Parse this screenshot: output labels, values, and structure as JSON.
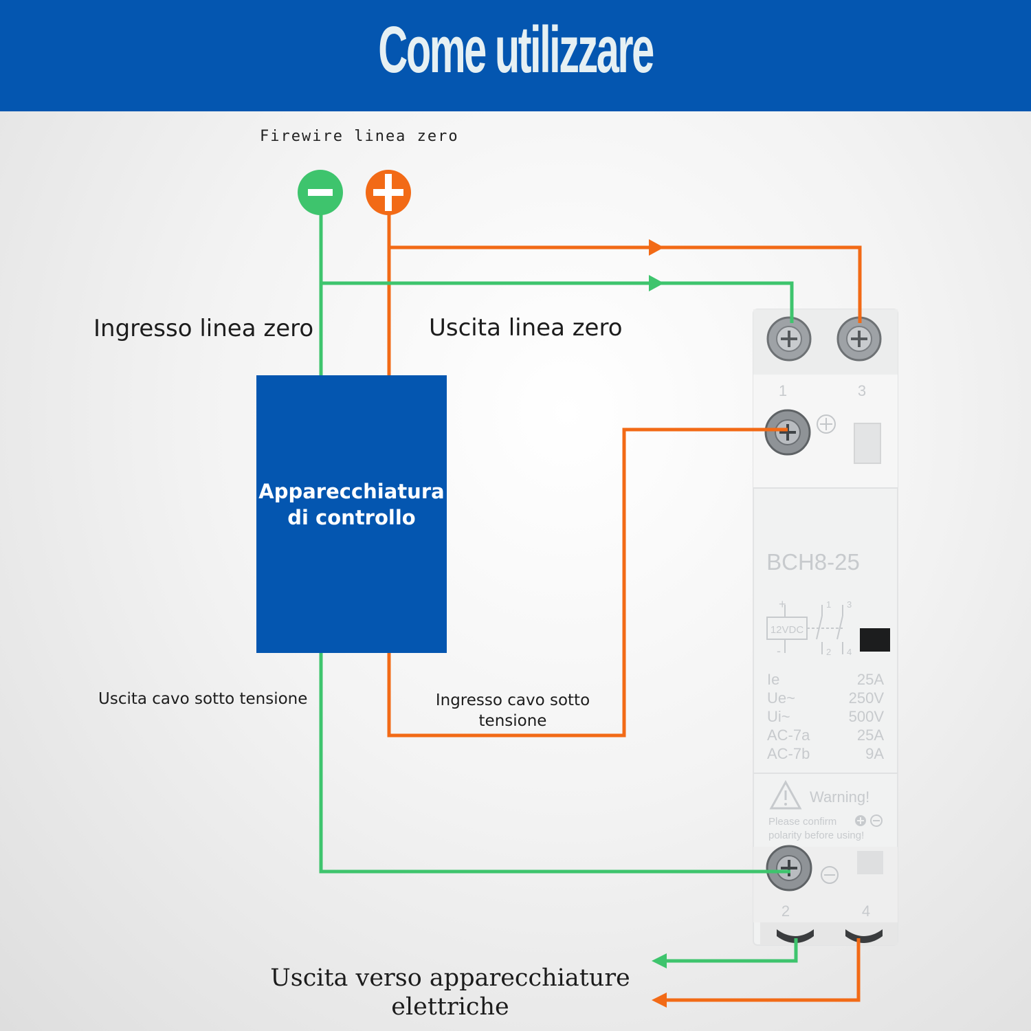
{
  "header": {
    "title": "Come utilizzare"
  },
  "labels": {
    "firewire": "Firewire linea zero",
    "ingresso_linea_zero": "Ingresso linea zero",
    "uscita_linea_zero": "Uscita linea zero",
    "uscita_cavo": "Uscita cavo sotto tensione",
    "ingresso_cavo_line1": "Ingresso cavo sotto",
    "ingresso_cavo_line2": "tensione",
    "uscita_apparecchiature_line1": "Uscita verso apparecchiature",
    "uscita_apparecchiature_line2": "elettriche"
  },
  "control_box": {
    "line1": "Apparecchiatura",
    "line2": "di controllo"
  },
  "terminals": {
    "minus_symbol": "−",
    "plus_symbol": "+"
  },
  "contactor": {
    "model": "BCH8-25",
    "terminal_top_left": "1",
    "terminal_top_right": "3",
    "terminal_bottom_left": "2",
    "terminal_bottom_right": "4",
    "coil_voltage": "12VDC",
    "coil_plus": "+",
    "coil_minus": "-",
    "contact_1": "1",
    "contact_3": "3",
    "contact_2": "2",
    "contact_4": "4",
    "specs": [
      {
        "name": "Ie",
        "value": "25A"
      },
      {
        "name": "Ue~",
        "value": "250V"
      },
      {
        "name": "Ui~",
        "value": "500V"
      },
      {
        "name": "AC-7a",
        "value": "25A"
      },
      {
        "name": "AC-7b",
        "value": "9A"
      }
    ],
    "warning_title": "Warning!",
    "warning_line1": "Please confirm",
    "warning_line2": "polarity before using!"
  },
  "colors": {
    "header": "#0456b0",
    "green": "#3ec46d",
    "orange": "#f26a16",
    "box": "#0456b0"
  }
}
